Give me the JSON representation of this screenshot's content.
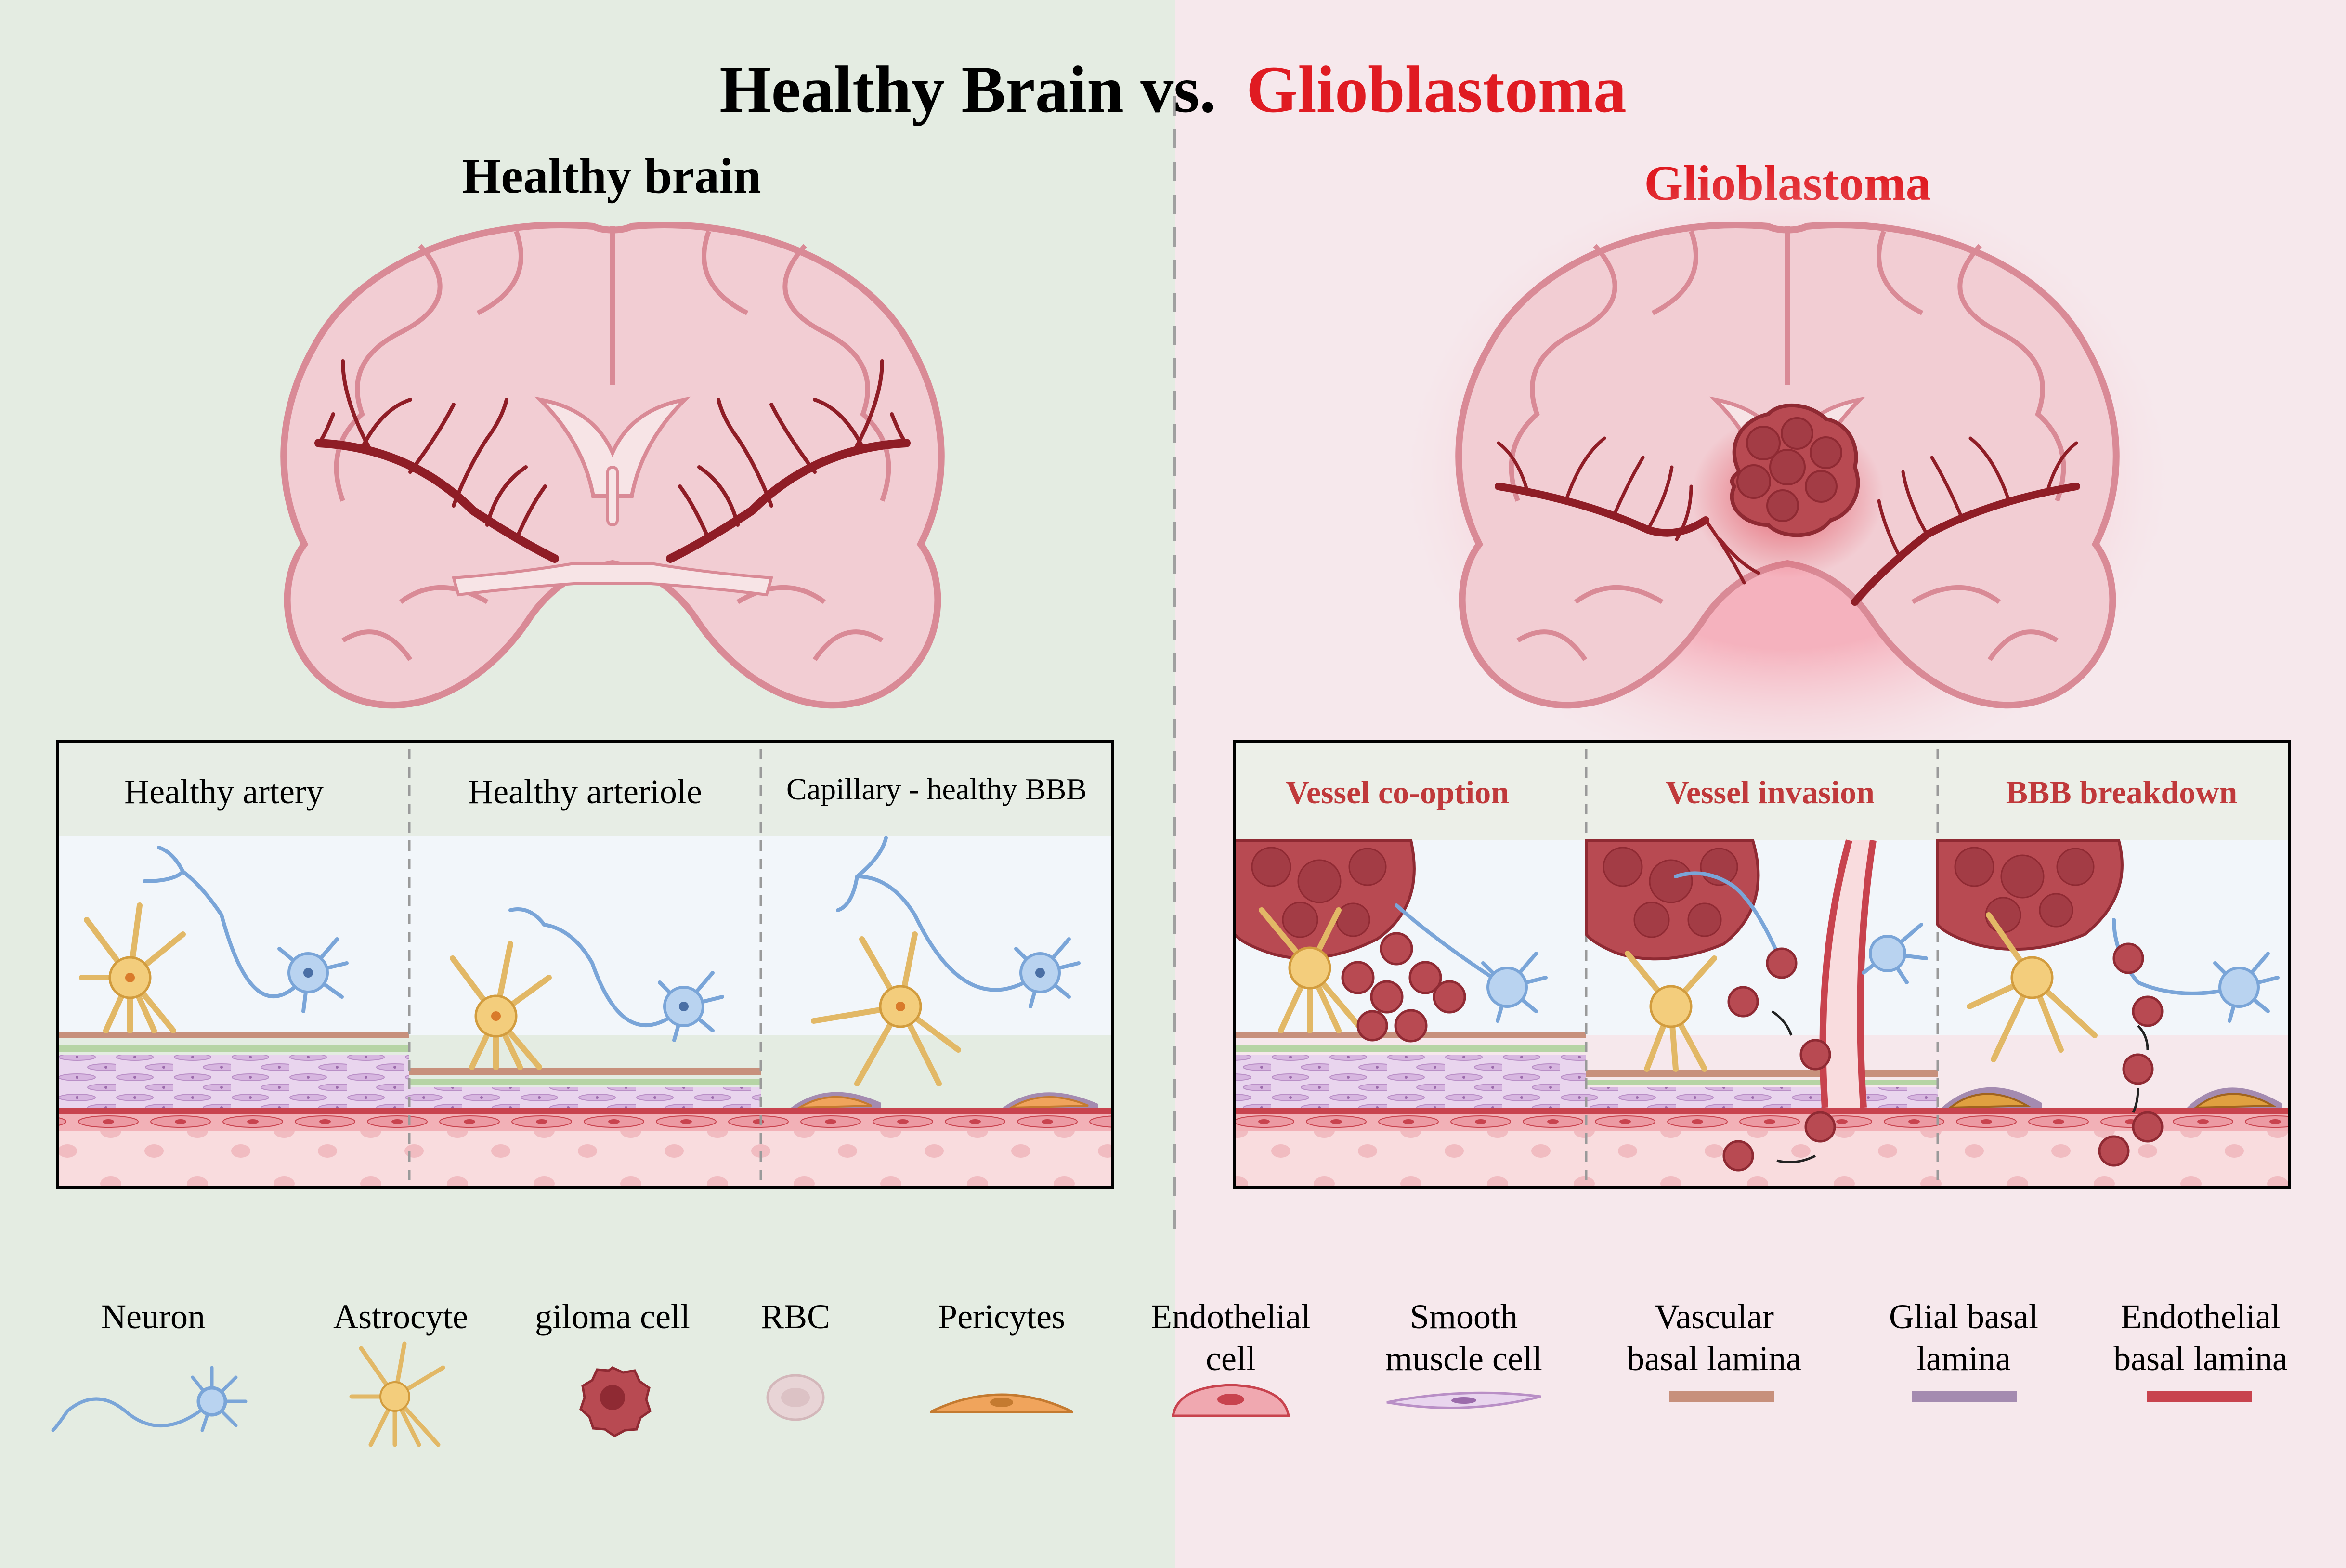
{
  "title": {
    "part1": "Healthy Brain vs.",
    "part2": "Glioblastoma"
  },
  "left_panel": {
    "heading": "Healthy brain",
    "sections": [
      "Healthy artery",
      "Healthy arteriole",
      "Capillary - healthy BBB"
    ]
  },
  "right_panel": {
    "heading": "Glioblastoma",
    "sections": [
      "Vessel co-option",
      "Vessel invasion",
      "BBB breakdown"
    ]
  },
  "legend": [
    {
      "lines": [
        "Neuron"
      ],
      "icon": "neuron-icon"
    },
    {
      "lines": [
        "Astrocyte"
      ],
      "icon": "astrocyte-icon"
    },
    {
      "lines": [
        "giloma cell"
      ],
      "icon": "glioma-cell-icon"
    },
    {
      "lines": [
        "RBC"
      ],
      "icon": "rbc-icon"
    },
    {
      "lines": [
        "Pericytes"
      ],
      "icon": "pericyte-icon"
    },
    {
      "lines": [
        "Endothelial",
        "cell"
      ],
      "icon": "endothelial-cell-icon"
    },
    {
      "lines": [
        "Smooth",
        "muscle cell"
      ],
      "icon": "smooth-muscle-cell-icon"
    },
    {
      "lines": [
        "Vascular",
        "basal lamina"
      ],
      "icon": "vascular-basal-lamina-swatch"
    },
    {
      "lines": [
        "Glial basal",
        "lamina"
      ],
      "icon": "glial-basal-lamina-swatch"
    },
    {
      "lines": [
        "Endothelial",
        "basal lamina"
      ],
      "icon": "endothelial-basal-lamina-swatch"
    }
  ],
  "colors": {
    "left_bg": "#e4ece2",
    "right_bg": "#f6e8ec",
    "glioblastoma_red": "#e01b22",
    "section_red": "#c0393b",
    "brain_fill": "#f2cdd3",
    "brain_stroke": "#d98a96",
    "vessel": "#8f1d26",
    "neuron": "#7aa5d8",
    "astrocyte": "#e2b866",
    "glioma": "#b84a52",
    "rbc": "#e8d4d6",
    "pericyte": "#f0a45c",
    "endothelial": "#f0a8b0",
    "smooth_muscle": "#c9a0d4",
    "vascular_basal_lamina": "#c7907c",
    "glial_basal_lamina": "#a48bb0",
    "endothelial_basal_lamina": "#c8434e"
  }
}
